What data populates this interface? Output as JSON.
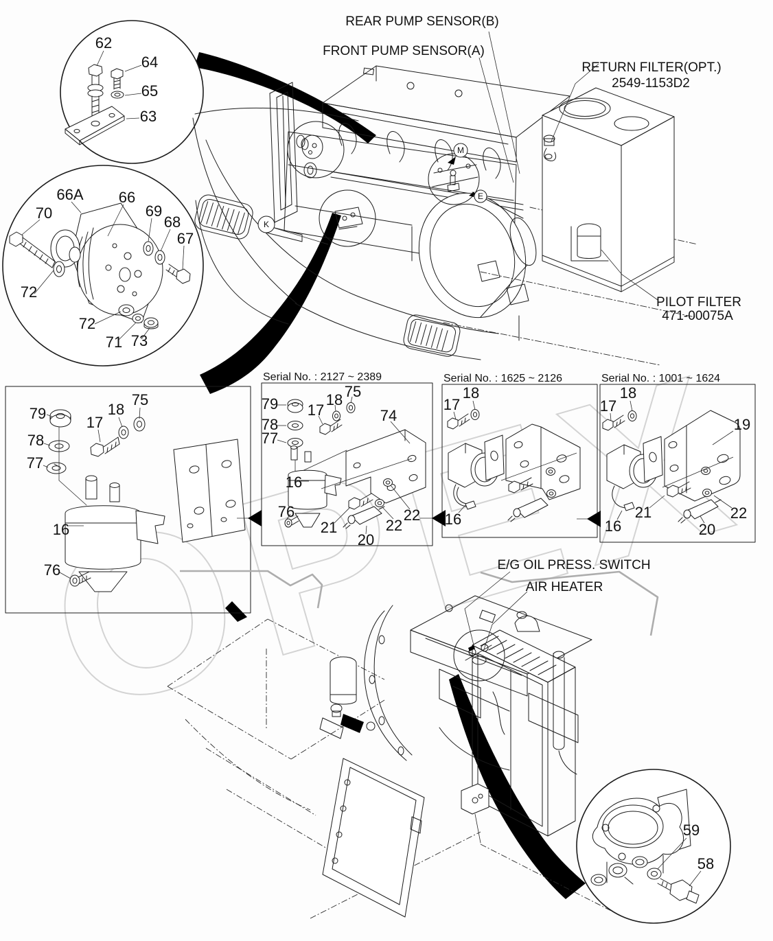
{
  "diagram": {
    "watermark": "OPEX",
    "top_labels": {
      "rear_pump_sensor": "REAR PUMP SENSOR(B)",
      "front_pump_sensor": "FRONT PUMP SENSOR(A)",
      "return_filter1": "RETURN FILTER(OPT.)",
      "return_filter2": "2549-1153D2",
      "pilot_filter1": "PILOT FILTER",
      "pilot_filter2": "471-00075A"
    },
    "bottom_labels": {
      "eg_oil_press_switch": "E/G OIL PRESS. SWITCH",
      "air_heater": "AIR HEATER"
    },
    "balloon_letters": {
      "k": "K",
      "m": "M",
      "e": "E"
    },
    "serial_titles": {
      "box2": "Serial No. : 2127 ~ 2389",
      "box3": "Serial No. : 1625 ~ 2126",
      "box4": "Serial No. : 1001 ~ 1624"
    },
    "callouts": {
      "n16": "16",
      "n17": "17",
      "n18": "18",
      "n19": "19",
      "n20": "20",
      "n21": "21",
      "n22": "22",
      "n58": "58",
      "n59": "59",
      "n62": "62",
      "n63": "63",
      "n64": "64",
      "n65": "65",
      "n66": "66",
      "n66A": "66A",
      "n67": "67",
      "n68": "68",
      "n69": "69",
      "n70": "70",
      "n71": "71",
      "n72": "72",
      "n73": "73",
      "n74": "74",
      "n75": "75",
      "n76": "76",
      "n77": "77",
      "n78": "78",
      "n79": "79"
    }
  }
}
